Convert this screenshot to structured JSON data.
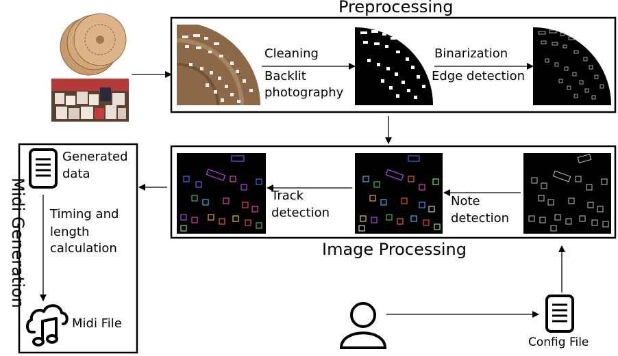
{
  "preprocessing": {
    "title": "Preprocessing",
    "step1": [
      "Cleaning",
      "Backlit",
      "photography"
    ],
    "step2": [
      "Binarization",
      "Edge detection"
    ]
  },
  "image_processing": {
    "title": "Image Processing",
    "track_step": [
      "Track",
      "detection"
    ],
    "note_step": [
      "Note",
      "detection"
    ]
  },
  "midi_generation": {
    "title": "Midi Generation",
    "generated": [
      "Generated",
      "data"
    ],
    "timing": [
      "Timing and",
      "length",
      "calculation"
    ],
    "midi_file": "Midi File"
  },
  "config": {
    "label": "Config File"
  },
  "icons": {
    "input": "music-disc-photos",
    "document": "document-icon",
    "cloud_music": "cloud-music-icon",
    "user": "user-icon"
  }
}
